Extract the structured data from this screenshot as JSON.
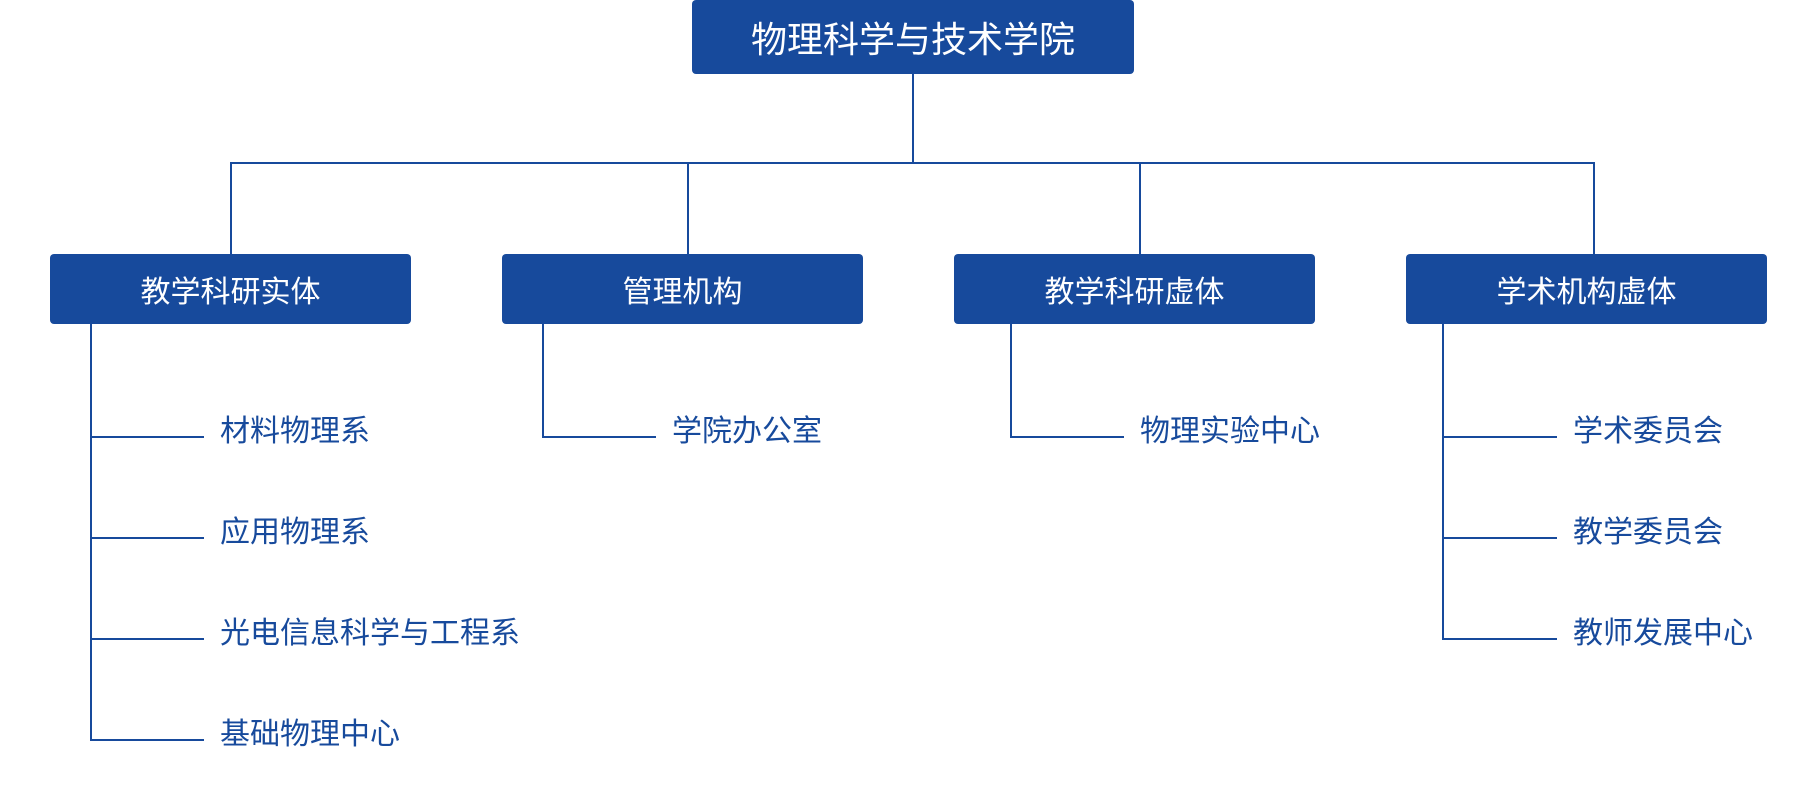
{
  "theme": {
    "accent": "#174a9c",
    "box_text": "#ffffff"
  },
  "root": {
    "label": "物理科学与技术学院"
  },
  "categories": [
    {
      "label": "教学科研实体",
      "children": [
        "材料物理系",
        "应用物理系",
        "光电信息科学与工程系",
        "基础物理中心"
      ]
    },
    {
      "label": "管理机构",
      "children": [
        "学院办公室"
      ]
    },
    {
      "label": "教学科研虚体",
      "children": [
        "物理实验中心"
      ]
    },
    {
      "label": "学术机构虚体",
      "children": [
        "学术委员会",
        "教学委员会",
        "教师发展中心"
      ]
    }
  ]
}
